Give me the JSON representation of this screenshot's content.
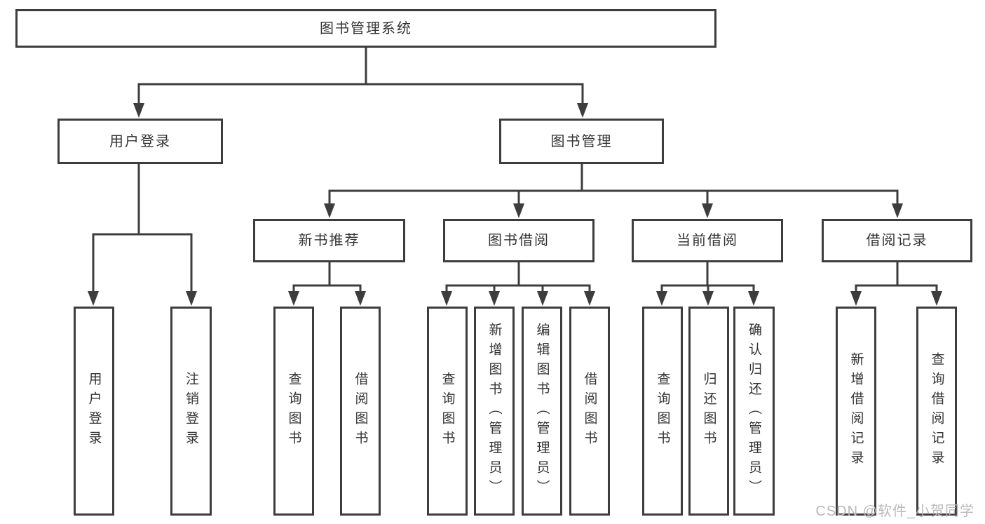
{
  "tree": {
    "root": "图书管理系统",
    "branches": [
      {
        "label": "用户登录",
        "children": [
          "用户登录",
          "注销登录"
        ]
      },
      {
        "label": "图书管理",
        "sub": [
          {
            "label": "新书推荐",
            "children": [
              "查询图书",
              "借阅图书"
            ]
          },
          {
            "label": "图书借阅",
            "children": [
              "查询图书",
              "新增图书（管理员）",
              "编辑图书（管理员）",
              "借阅图书"
            ]
          },
          {
            "label": "当前借阅",
            "children": [
              "查询图书",
              "归还图书",
              "确认归还（管理员）"
            ]
          },
          {
            "label": "借阅记录",
            "children": [
              "新增借阅记录",
              "查询借阅记录"
            ]
          }
        ]
      }
    ]
  },
  "watermark": {
    "text": "CSDN @软件_小贺同学"
  },
  "colors": {
    "line": "#3d3d3d",
    "text": "#333333",
    "box_background": "#ffffff",
    "page_background": "#ffffff",
    "watermark": "#b9b9b9"
  }
}
